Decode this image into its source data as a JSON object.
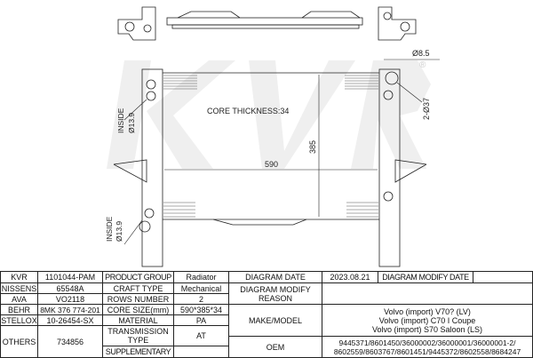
{
  "watermark": {
    "brand": "KVR",
    "registered": "®"
  },
  "drawing": {
    "core_thickness": "CORE THICKNESS:34",
    "width_dim": "590",
    "height_dim": "385",
    "pipe_dia": "Ø8.5",
    "outlet_dia": "2-Ø37",
    "inside_label_top": "INSIDE",
    "inside_dia_top": "Ø13.9",
    "inside_label_bottom": "INSIDE",
    "inside_dia_bottom": "Ø13.9"
  },
  "table": {
    "left_rows": [
      {
        "brand": "KVR",
        "code": "1101044-PAM",
        "prop": "PRODUCT GROUP",
        "value": "Radiator"
      },
      {
        "brand": "NISSENS",
        "code": "65548A",
        "prop": "CRAFT TYPE",
        "value": "Mechanical"
      },
      {
        "brand": "AVA",
        "code": "VO2118",
        "prop": "ROWS NUMBER",
        "value": "2"
      },
      {
        "brand": "BEHR",
        "code": "8MK 376 774-201",
        "prop": "CORE SIZE(mm)",
        "value": "590*385*34"
      },
      {
        "brand": "STELLOX",
        "code": "10-26454-SX",
        "prop": "MATERIAL",
        "value": "PA"
      },
      {
        "brand": "OTHERS",
        "code": "734856",
        "prop": "TRANSMISSION TYPE",
        "value": "AT"
      },
      {
        "prop": "SUPPLEMENTARY",
        "value": ""
      }
    ],
    "diagram_date_label": "DIAGRAM DATE",
    "diagram_date": "2023.08.21",
    "diagram_modify_date_label": "DIAGRAM MODIFY DATE",
    "diagram_modify_date": "",
    "diagram_modify_reason_label": "DIAGRAM MODIFY REASON",
    "diagram_modify_reason": "",
    "make_model_label": "MAKE/MODEL",
    "make_model": [
      "Volvo (import) V70? (LV)",
      "Volvo (import) C70 I Coupe",
      "Volvo (import) S70 Saloon (LS)"
    ],
    "oem_label": "OEM",
    "oem": [
      "9445371/8601450/36000002/36000001/36000001-2/",
      "8602559/8603767/8601451/9445372/8602558/8684247"
    ]
  }
}
